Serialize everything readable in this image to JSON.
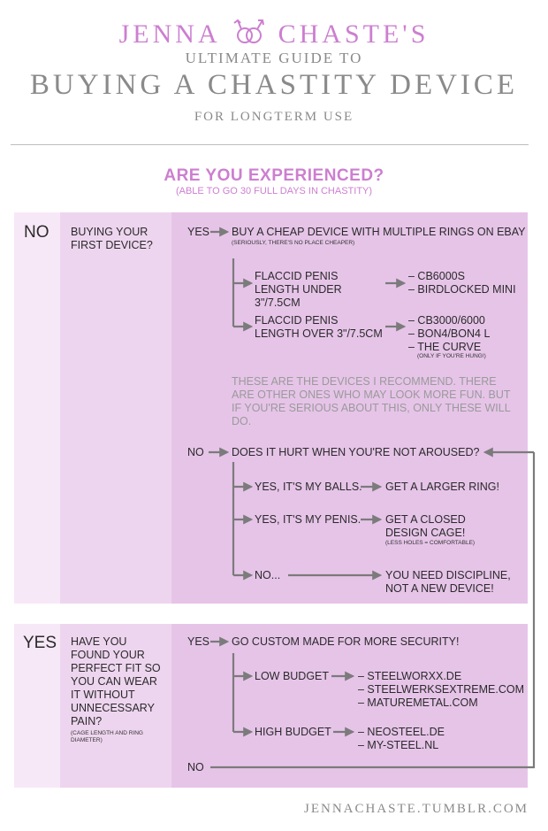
{
  "header": {
    "brand_left": "JENNA",
    "brand_right": "CHASTE'S",
    "line1": "ULTIMATE GUIDE TO",
    "line2": "BUYING A CHASTITY DEVICE",
    "line3": "FOR LONGTERM USE"
  },
  "question": {
    "title": "ARE YOU EXPERIENCED?",
    "subtitle": "(ABLE TO GO 30 FULL DAYS IN CHASTITY)"
  },
  "no_section": {
    "label": "NO",
    "question": "BUYING YOUR FIRST DEVICE?",
    "yes_label": "YES",
    "yes_text": "BUY A CHEAP DEVICE WITH MULTIPLE RINGS ON EBAY",
    "yes_note": "(SERIOUSLY, THERE'S NO PLACE CHEAPER)",
    "under_text": "FLACCID PENIS LENGTH UNDER 3\"/7.5cm",
    "under_items": [
      "– CB6000s",
      "– BIRDLOCKED MINI"
    ],
    "over_text": "FLACCID PENIS LENGTH OVER 3\"/7.5cm",
    "over_items": [
      "– CB3000/6000",
      "– BON4/BON4 L",
      "– THE CURVE"
    ],
    "over_note": "(ONLY IF YOU'RE HUNG!)",
    "recommend": "THESE ARE THE DEVICES I RECOMMEND. THERE ARE OTHER ONES WHO MAY LOOK MORE FUN. BUT IF YOU'RE SERIOUS ABOUT THIS, ONLY THESE WILL DO.",
    "no_label": "NO",
    "hurt_q": "DOES IT HURT WHEN YOU'RE NOT AROUSED?",
    "balls": "YES, IT'S MY BALLS.",
    "balls_ans": "GET A LARGER RING!",
    "penis": "YES, IT'S MY PENIS.",
    "penis_ans": "GET A CLOSED DESIGN CAGE!",
    "penis_note": "(LESS HOLES = COMFORTABLE)",
    "no_dots": "NO...",
    "no_ans": "YOU NEED DISCIPLINE, NOT A NEW DEVICE!"
  },
  "yes_section": {
    "label": "YES",
    "question": "HAVE YOU FOUND YOUR PERFECT FIT SO YOU CAN WEAR IT WITHOUT UNNECESSARY PAIN?",
    "question_note": "(CAGE LENGTH AND RING DIAMETER)",
    "yes_label": "YES",
    "yes_text": "GO CUSTOM MADE FOR MORE SECURITY!",
    "low": "LOW BUDGET",
    "low_items": [
      "– STEELWORXX.DE",
      "– STEELWERKSEXTREME.COM",
      "– MATUREMETAL.COM"
    ],
    "high": "HIGH BUDGET",
    "high_items": [
      "– NEOSTEEL.DE",
      "– MY-STEEL.NL"
    ],
    "no_label": "NO"
  },
  "footer": "JENNACHASTE.TUMBLR.COM",
  "colors": {
    "accent": "#cc7fd0",
    "band_light": "#f7e8f8",
    "band_mid": "#eed5ef",
    "band_main": "#e6c4e8",
    "arrow": "#7b7b7b"
  }
}
